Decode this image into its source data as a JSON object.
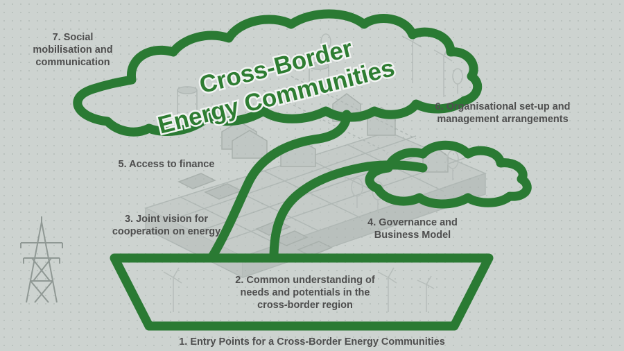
{
  "title": {
    "line1": "Cross-Border",
    "line2": "Energy Communities"
  },
  "labels": {
    "l1": "1. Entry Points for a Cross-Border Energy Communities",
    "l2": "2. Common understanding of\nneeds and potentials in the\ncross-border region",
    "l3": "3. Joint vision for\ncooperation on energy",
    "l4": "4. Governance and\nBusiness Model",
    "l5": "5. Access to finance",
    "l6": "6. Organisational set-up and\nmanagement arrangements",
    "l7": "7. Social\nmobilisation and\ncommunication"
  },
  "colors": {
    "tree_green": "#2a7a33",
    "title_green": "#2e7d32",
    "label_gray": "#4e4e4e"
  }
}
